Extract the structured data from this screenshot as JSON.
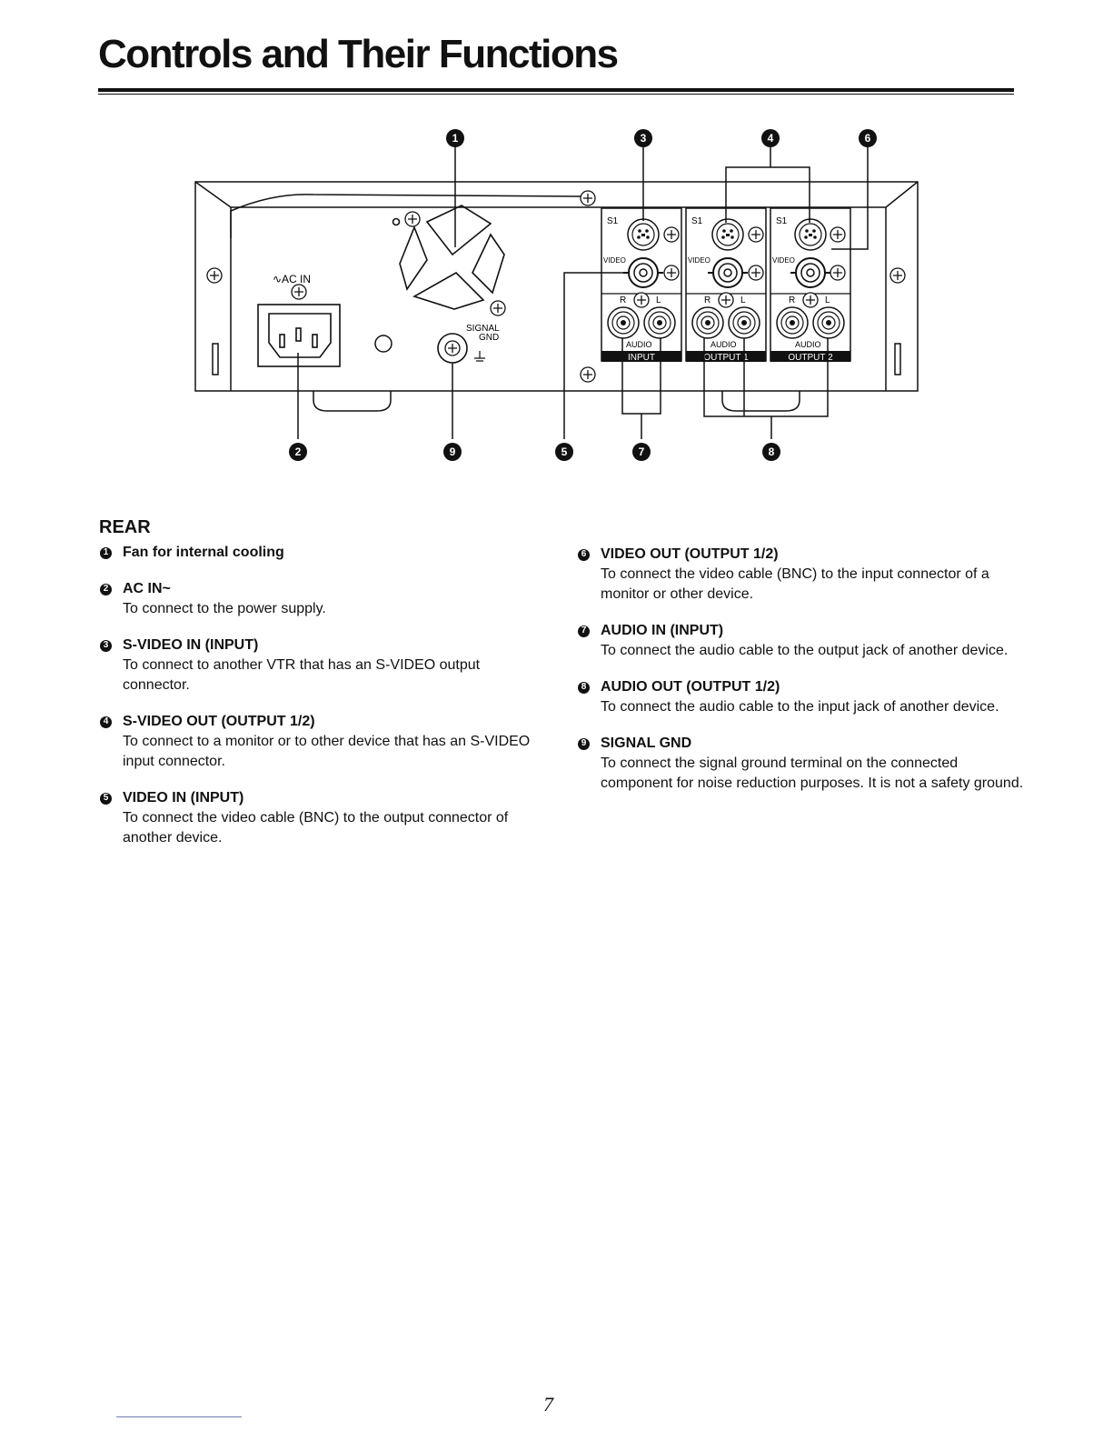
{
  "page": {
    "title": "Controls and Their Functions",
    "section": "REAR",
    "page_number": "7"
  },
  "diagram": {
    "callouts": [
      "1",
      "2",
      "3",
      "4",
      "5",
      "6",
      "7",
      "8",
      "9"
    ],
    "labels": {
      "ac_in": "∿AC IN",
      "signal": "SIGNAL",
      "gnd": "GND",
      "s1": "S1",
      "video": "VIDEO",
      "r": "R",
      "l": "L",
      "audio": "AUDIO",
      "input": "INPUT",
      "output1": "OUTPUT 1",
      "output2": "OUTPUT 2"
    }
  },
  "items_left": [
    {
      "num": "1",
      "title": "Fan for internal cooling",
      "desc": ""
    },
    {
      "num": "2",
      "title": "AC IN~",
      "desc": "To connect to the power supply."
    },
    {
      "num": "3",
      "title": "S-VIDEO IN (INPUT)",
      "desc": "To connect to another VTR that has an S-VIDEO output connector."
    },
    {
      "num": "4",
      "title": "S-VIDEO OUT (OUTPUT 1/2)",
      "desc": "To connect to a monitor or to other device that has an S-VIDEO input connector."
    },
    {
      "num": "5",
      "title": "VIDEO IN (INPUT)",
      "desc": "To connect the video cable (BNC) to the output connector of another device."
    }
  ],
  "items_right": [
    {
      "num": "6",
      "title": "VIDEO OUT (OUTPUT 1/2)",
      "desc": "To connect the video cable (BNC) to the input connector of a monitor or other device."
    },
    {
      "num": "7",
      "title": "AUDIO IN (INPUT)",
      "desc": "To connect the audio cable to the output jack of another device."
    },
    {
      "num": "8",
      "title": "AUDIO OUT (OUTPUT 1/2)",
      "desc": "To connect the audio cable to the input jack of another device."
    },
    {
      "num": "9",
      "title": "SIGNAL GND",
      "desc": "To connect the signal ground terminal on the connected component for noise reduction purposes. It is not a safety ground."
    }
  ]
}
